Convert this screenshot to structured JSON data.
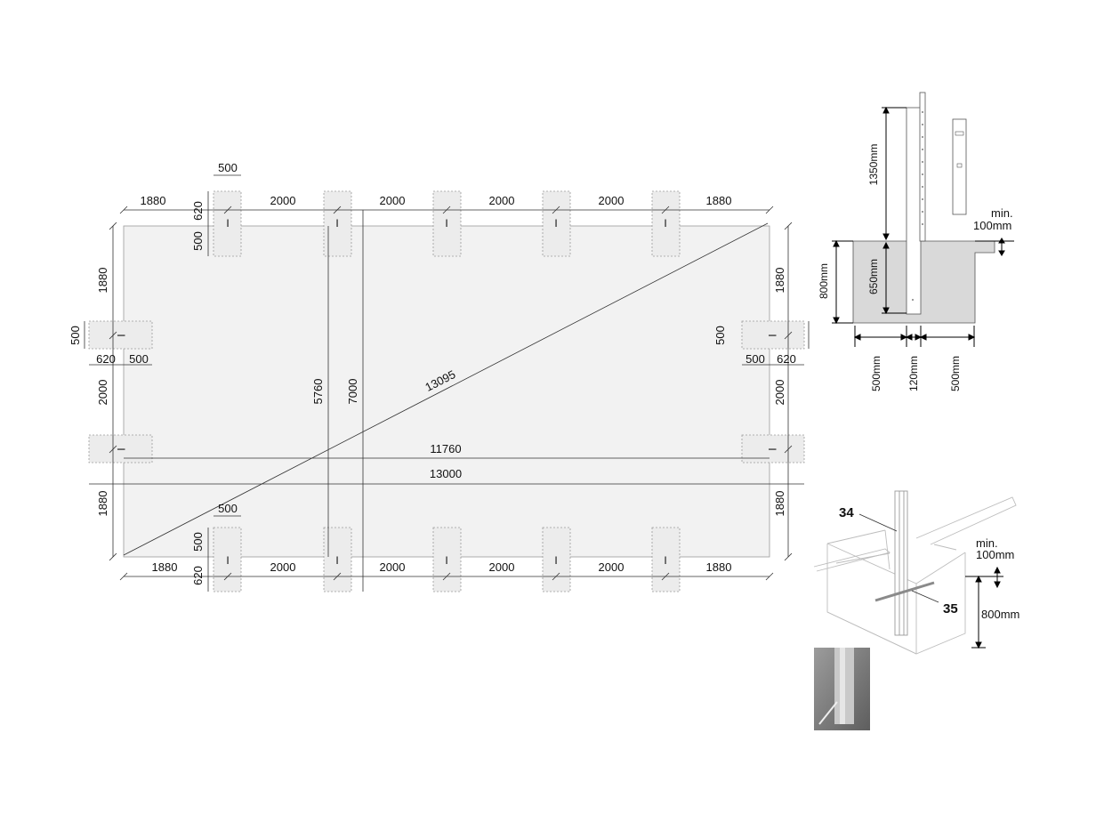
{
  "plan": {
    "top_spacings": [
      "1880",
      "2000",
      "2000",
      "2000",
      "2000",
      "1880"
    ],
    "bottom_spacings": [
      "1880",
      "2000",
      "2000",
      "2000",
      "2000",
      "1880"
    ],
    "left_spacings": [
      "1880",
      "2000",
      "1880"
    ],
    "right_spacings": [
      "1880",
      "2000",
      "1880"
    ],
    "footing_width_top": "500",
    "footing_width_bottom": "500",
    "top_offset": "620",
    "top_depth": "500",
    "bottom_offset": "620",
    "bottom_depth": "500",
    "left_offset": "620",
    "left_depth": "500",
    "left_width": "500",
    "right_offset": "620",
    "right_depth": "500",
    "right_width": "500",
    "inner_depth": "5760",
    "outer_depth": "7000",
    "diagonal": "13095",
    "inner_length": "11760",
    "outer_length": "13000",
    "post_symbol": "I"
  },
  "section": {
    "post_height": "1350mm",
    "embed_depth": "650mm",
    "footing_depth": "800mm",
    "min_gap_line1": "min.",
    "min_gap_line2": "100mm",
    "left_width": "500mm",
    "post_width": "120mm",
    "right_width": "500mm"
  },
  "iso": {
    "label_34": "34",
    "label_35": "35",
    "min_line1": "min.",
    "min_line2": "100mm",
    "depth": "800mm"
  },
  "photo": {
    "icon": "post-photo-icon"
  }
}
